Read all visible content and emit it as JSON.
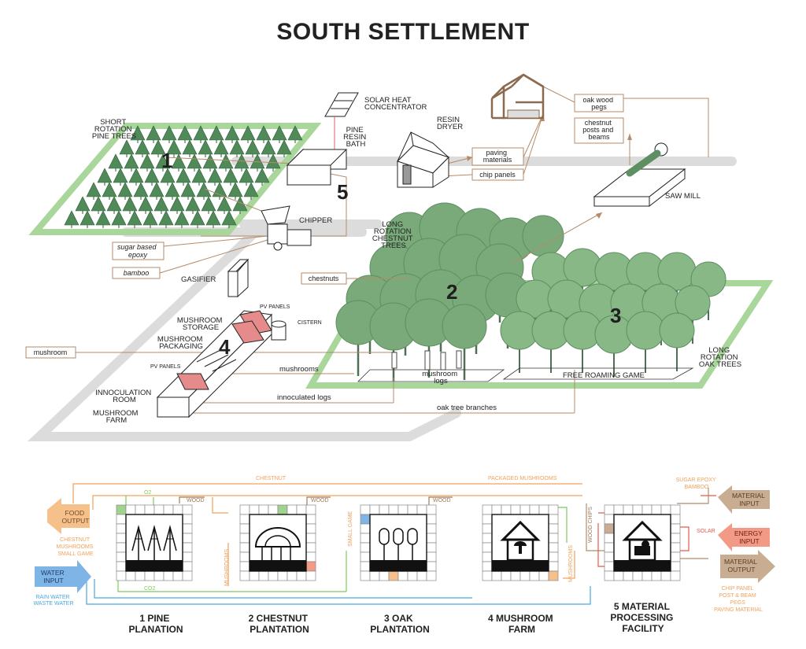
{
  "title": "SOUTH SETTLEMENT",
  "top": {
    "short_rotation_pine": [
      "SHORT",
      "ROTATION",
      "PINE TREES"
    ],
    "solar_heat": [
      "SOLAR HEAT",
      "CONCENTRATOR"
    ],
    "resin_dryer": [
      "RESIN",
      "DRYER"
    ],
    "pine_resin_bath": [
      "PINE",
      "RESIN",
      "BATH"
    ],
    "oak_wood_pegs": [
      "oak wood",
      "pegs"
    ],
    "chestnut_posts": [
      "chestnut",
      "posts and",
      "beams"
    ],
    "paving_materials": [
      "paving",
      "materials"
    ],
    "chip_panels": "chip panels",
    "saw_mill": "SAW MILL",
    "chipper": "CHIPPER",
    "sugar_epoxy": [
      "sugar based",
      "epoxy"
    ],
    "bamboo": "bamboo",
    "gasifier": "GASIFIER",
    "long_chestnut": [
      "LONG",
      "ROTATION",
      "CHESTNUT",
      "TREES"
    ],
    "chestnuts": "chestnuts",
    "pv_panels_1": "PV PANELS",
    "pv_panels_2": "PV PANELS",
    "cistern": "CISTERN",
    "mushroom_storage": [
      "MUSHROOM",
      "STORAGE"
    ],
    "mushroom_packaging": [
      "MUSHROOM",
      "PACKAGING"
    ],
    "mushroom_tag": "mushroom",
    "mushrooms_flow": "mushrooms",
    "innoculation_room": [
      "INNOCULATION",
      "ROOM"
    ],
    "mushroom_farm": [
      "MUSHROOM",
      "FARM"
    ],
    "innoculated_logs": "innoculated logs",
    "oak_branches": "oak tree branches",
    "mushroom_logs": [
      "mushroom",
      "logs"
    ],
    "free_roaming": "FREE ROAMING GAME",
    "long_oak": [
      "LONG",
      "ROTATION",
      "OAK TREES"
    ],
    "numbers": [
      "1",
      "2",
      "3",
      "4",
      "5"
    ]
  },
  "bottom": {
    "top_flows": [
      "CHESTNUT",
      "PACKAGED MUSHROOMS"
    ],
    "small_labels": {
      "o2": "O2",
      "co2": "CO2",
      "wood1": "WOOD",
      "wood2": "WOOD",
      "wood3": "WOOD",
      "small_game": "SMALL GAME",
      "mushrooms1": "MUSHROOMS",
      "mushrooms2": "MUSHROOMS",
      "wood_chips": "WOOD CHIPS",
      "solar": "SOLAR"
    },
    "food_output": [
      "FOOD",
      "OUTPUT"
    ],
    "food_items": [
      "CHESTNUT",
      "MUSHROOMS",
      "SMALL GAME"
    ],
    "water_input": [
      "WATER",
      "INPUT"
    ],
    "water_items": [
      "RAIN WATER",
      "WASTE WATER"
    ],
    "material_input": [
      "MATERIAL",
      "INPUT"
    ],
    "material_input_items": [
      "SUGAR EPOXY",
      "BAMBOO"
    ],
    "energy_input": [
      "ENERGY",
      "INPUT"
    ],
    "material_output": [
      "MATERIAL",
      "OUTPUT"
    ],
    "material_output_items": [
      "CHIP PANEL",
      "POST & BEAM",
      "PEGS",
      "PAVING MATERIAL"
    ],
    "modules": [
      [
        "1 PINE",
        "PLANATION"
      ],
      [
        "2 CHESTNUT",
        "PLANTATION"
      ],
      [
        "3 OAK",
        "PLANTATION"
      ],
      [
        "4 MUSHROOM",
        "FARM"
      ],
      [
        "5 MATERIAL",
        "PROCESSING",
        "FACILITY"
      ]
    ]
  },
  "colors": {
    "green_band": "#a9d69a",
    "canopy": "#7aa97a",
    "canopy_dark": "#5e8f62",
    "brown": "#a07a5a",
    "orange": "#f0a25a",
    "blue": "#4aa8dd",
    "red": "#e55a4a",
    "grey_band": "#dcdcdc",
    "food_fill": "#f6c08a",
    "water_fill": "#7fb4e6",
    "material_fill": "#c9ad92",
    "energy_fill": "#f39a86"
  }
}
